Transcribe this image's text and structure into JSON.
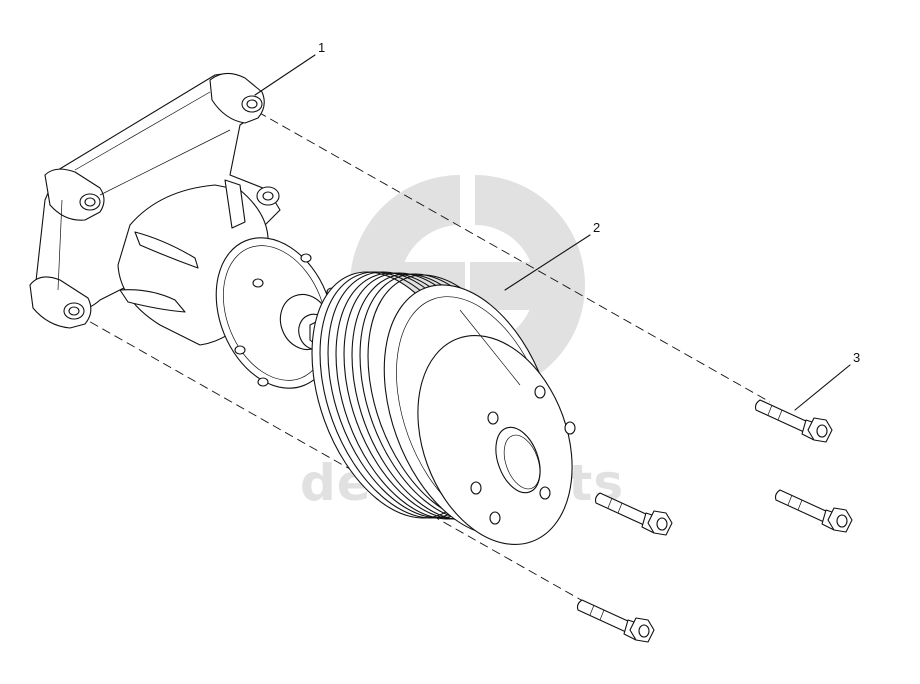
{
  "watermark": {
    "text": "delta-parts",
    "color": "#c9c9c9"
  },
  "callouts": [
    {
      "id": "1",
      "label": "1"
    },
    {
      "id": "2",
      "label": "2"
    },
    {
      "id": "3",
      "label": "3"
    }
  ],
  "colors": {
    "line": "#111111",
    "background": "#ffffff"
  }
}
